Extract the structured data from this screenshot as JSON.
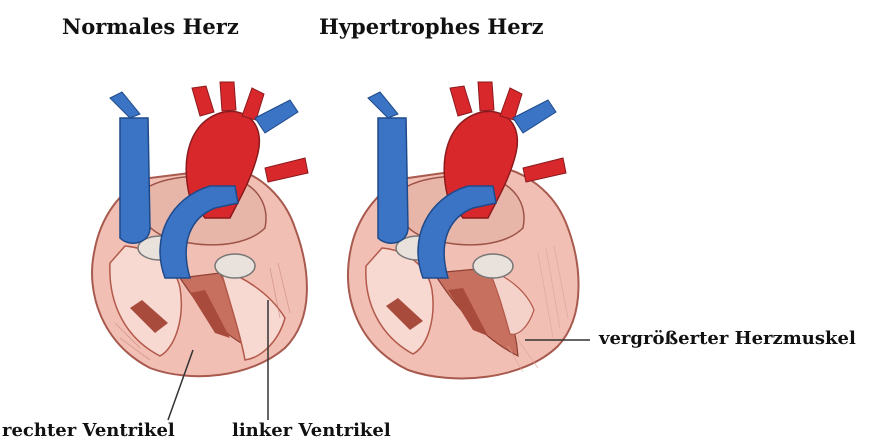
{
  "titles": {
    "normal": "Normales Herz",
    "hypertrophic": "Hypertrophes Herz"
  },
  "labels": {
    "right_ventricle": "rechter Ventrikel",
    "left_ventricle": "linker Ventrikel",
    "enlarged_muscle": "vergrößerter Herzmuskel"
  },
  "colors": {
    "artery_red": "#d8282c",
    "vein_blue": "#3b74c4",
    "muscle_pink": "#f2bfb4",
    "muscle_dark": "#b3594a",
    "chamber_pink": "#f7d9d2"
  }
}
